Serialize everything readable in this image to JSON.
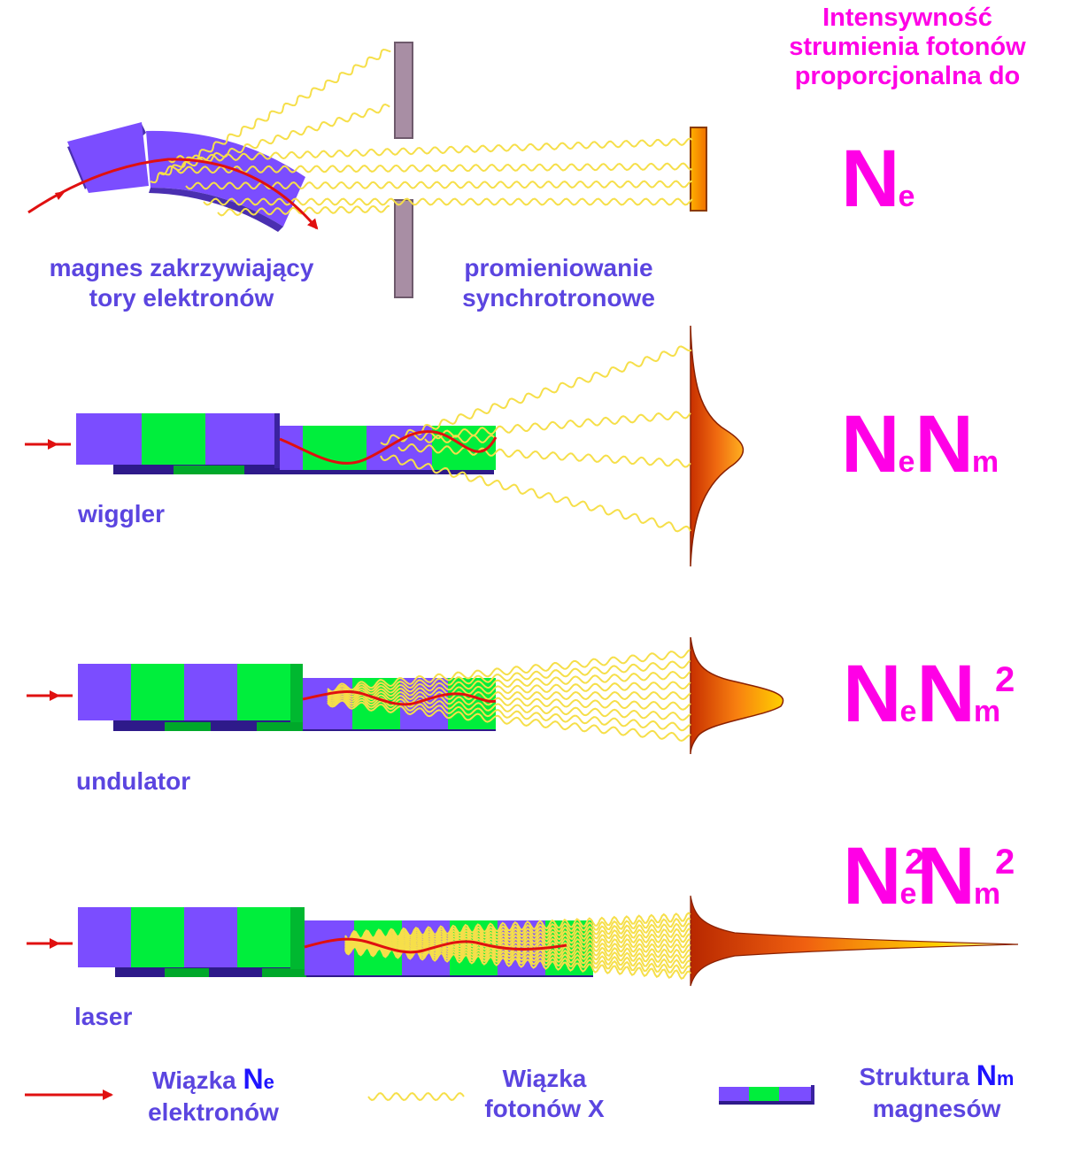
{
  "header": {
    "line1": "Intensywność",
    "line2": "strumienia fotonów",
    "line3": "proporcjonalna do"
  },
  "sections": {
    "bending_magnet": {
      "label_line1": "magnes zakrzywiający",
      "label_line2": "tory elektronów"
    },
    "synchrotron": {
      "label_line1": "promieniowanie",
      "label_line2": "synchrotronowe"
    },
    "wiggler": {
      "label": "wiggler"
    },
    "undulator": {
      "label": "undulator"
    },
    "laser": {
      "label": "laser"
    }
  },
  "formulas": {
    "N": "N",
    "e": "e",
    "m": "m",
    "two": "2"
  },
  "legend": {
    "electrons_line1": "Wiązka",
    "electrons_symbol": "N",
    "electrons_sub": "e",
    "electrons_line2": "elektronów",
    "photons_line1": "Wiązka",
    "photons_line2": "fotonów X",
    "magnets_line1": "Struktura",
    "magnets_symbol": "N",
    "magnets_sub": "m",
    "magnets_line2": "magnesów"
  },
  "colors": {
    "magnet_purple": "#7b4dff",
    "magnet_green": "#00ee3c",
    "electron_red": "#e01010",
    "photon_yellow": "#f6df4a",
    "formula_pink": "#ff00e6",
    "label_blue": "#5b45e0",
    "slit_gray": "#a88ea4"
  }
}
